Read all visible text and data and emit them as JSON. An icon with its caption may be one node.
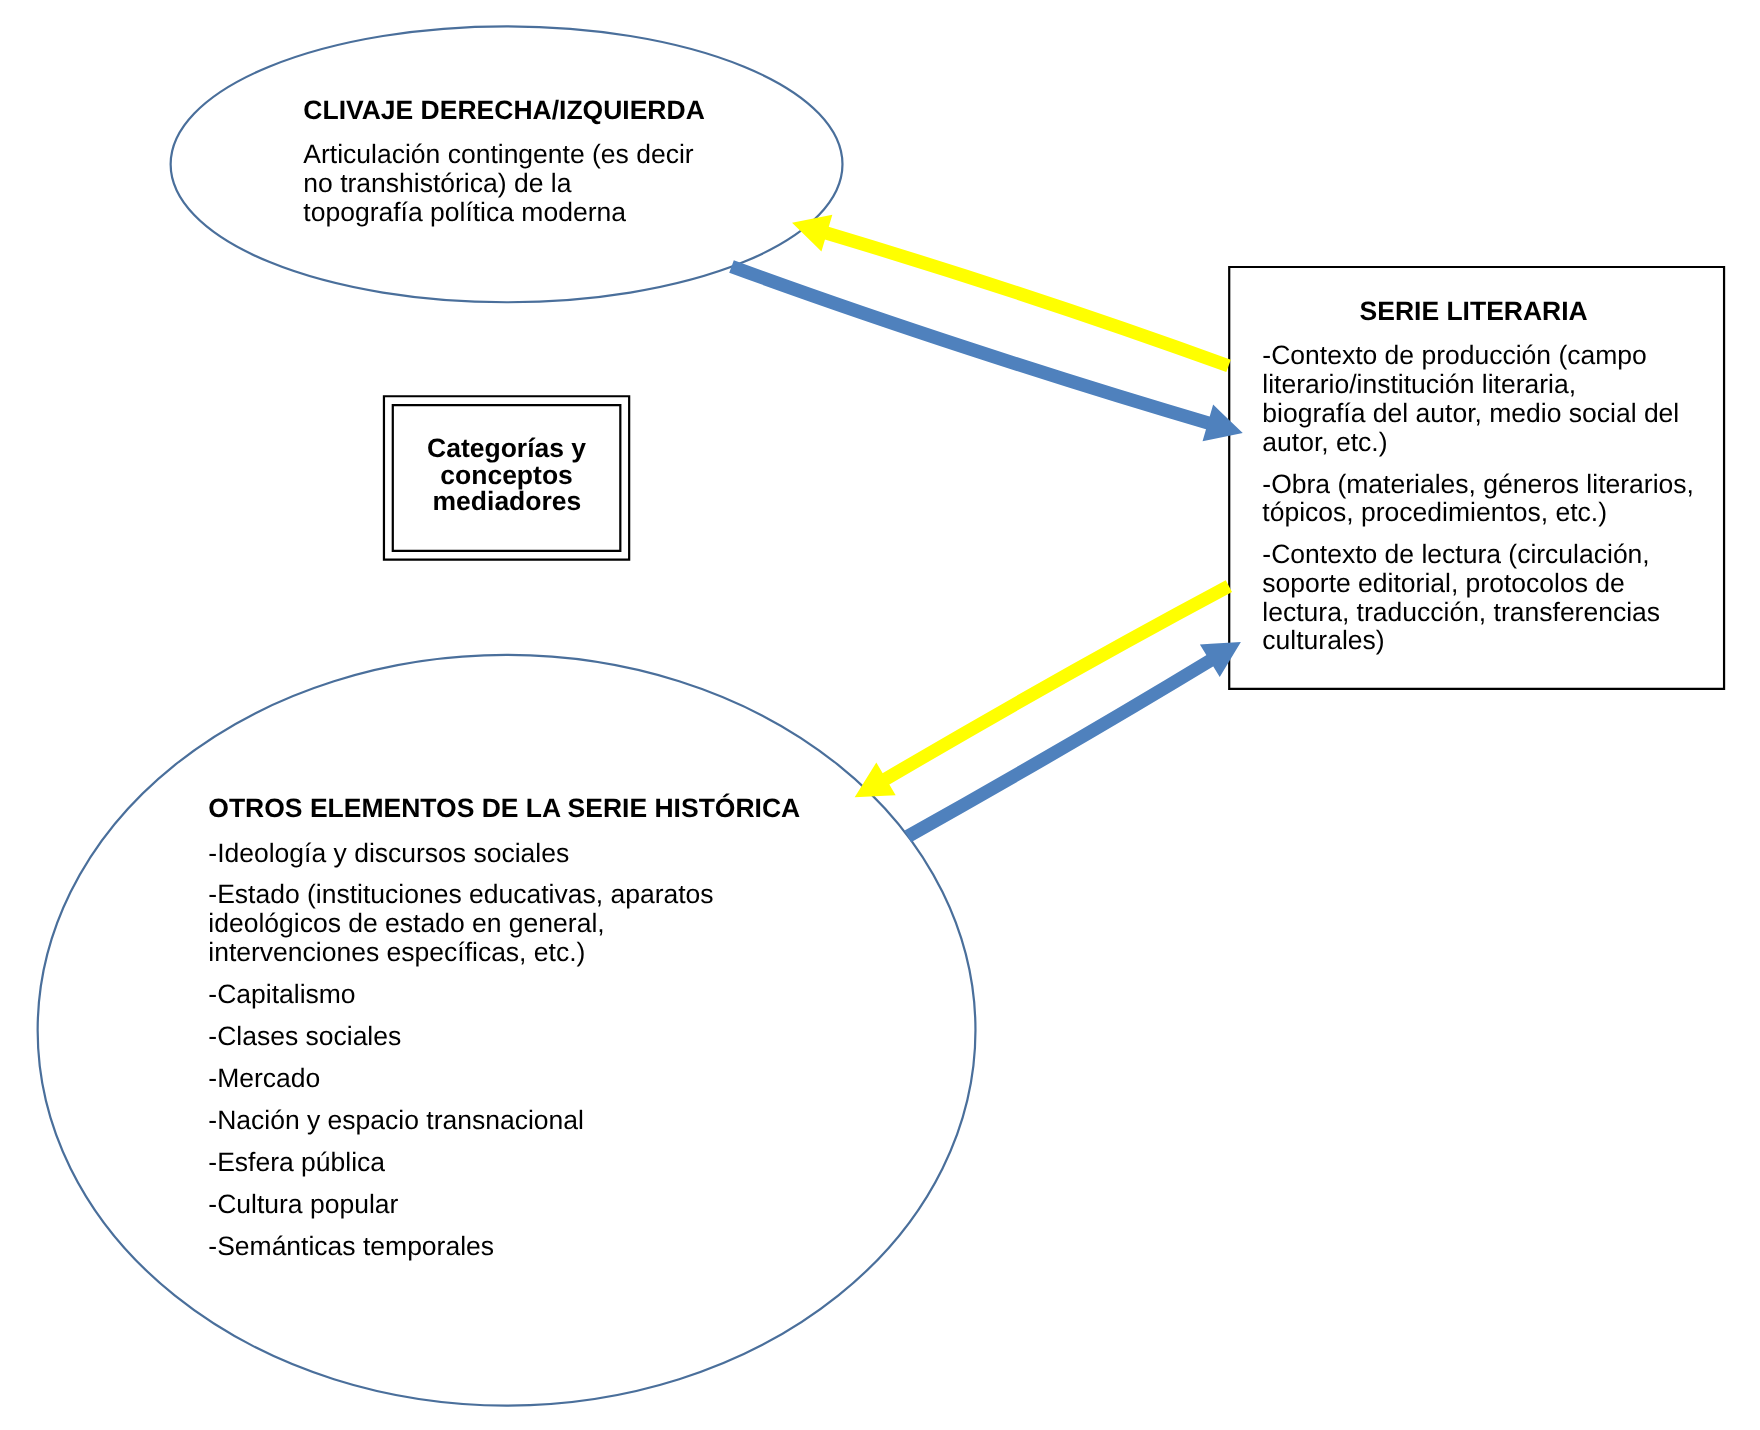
{
  "diagram": {
    "nodes": [
      {
        "text": [
          "CLIVAJE DERECHA/IZQUIERDA",
          "Articulación contingente (es decir no transhistórica) de la topografía política moderna"
        ]
      },
      {
        "text": [
          "Categorías y conceptos mediadores"
        ]
      },
      {
        "text": [
          "SERIE LITERARIA",
          "-Contexto de producción (campo literario/institución literaria, biografía del autor, medio social del autor, etc.)",
          "-Obra (materiales, géneros literarios, tópicos, procedimientos, etc.)",
          "-Contexto de lectura (circulación, soporte editorial, protocolos de lectura, traducción, transferencias culturales)"
        ]
      },
      {
        "text": [
          "OTROS ELEMENTOS DE LA SERIE HISTÓRICA",
          "-Ideología y discursos sociales",
          "-Estado (instituciones educativas, aparatos ideológicos de estado en general, intervenciones específicas, etc.)",
          "-Capitalismo",
          "-Clases sociales",
          "-Mercado",
          "-Nación y espacio transnacional",
          "-Esfera pública",
          "-Cultura popular",
          "-Semánticas temporales"
        ]
      }
    ],
    "edges": [
      {
        "from": 0,
        "to": 2,
        "arrow": "to"
      },
      {
        "from": 2,
        "to": 0,
        "arrow": "to",
        "color": "#ffff00"
      },
      {
        "from": 3,
        "to": 2,
        "arrow": "to"
      },
      {
        "from": 2,
        "to": 3,
        "arrow": "to",
        "color": "#ffff00"
      }
    ]
  }
}
